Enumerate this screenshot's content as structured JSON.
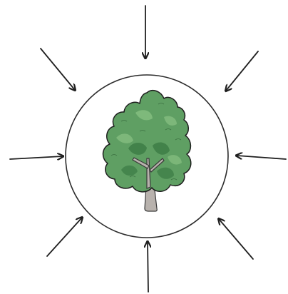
{
  "diagram": {
    "center_object": "tree",
    "enclosure": "circle",
    "arrow_count": 8,
    "arrow_direction": "inward",
    "colors": {
      "background": "#ffffff",
      "circle_stroke": "#2b2b2b",
      "arrow_stroke": "#1f1f1f",
      "canopy_fill": "#5f9f63",
      "canopy_shadow": "#3f7e47",
      "canopy_highlight": "#84bd7f",
      "canopy_outline": "#1e1e1e",
      "trunk_fill": "#b8b2ad",
      "trunk_outline": "#3a3a3a"
    }
  }
}
